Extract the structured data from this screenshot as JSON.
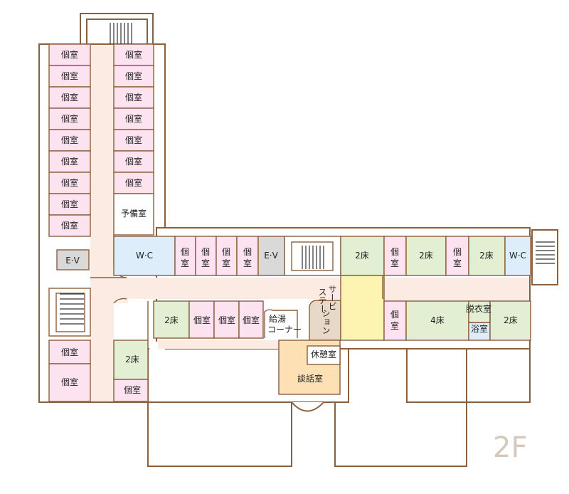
{
  "floor_label": "2F",
  "colors": {
    "wall": "#8b5e3c",
    "private_room": "#fce3ef",
    "ward_2bed": "#e2efd2",
    "corridor": "#fcebe2",
    "wc": "#ddeefa",
    "ev": "#d9d9d9",
    "service_station": "#e8d8c8",
    "open_area": "#fcf4b0",
    "lounge": "#fde0b4"
  },
  "rooms": {
    "left_wing": [
      "個室",
      "個室",
      "個室",
      "個室",
      "個室",
      "個室",
      "個室",
      "個室",
      "個室"
    ],
    "left_ev": "E·V",
    "left_lower": [
      "個室",
      "個室"
    ],
    "inner_column": [
      "個室",
      "個室",
      "個室",
      "個室",
      "個室",
      "個室",
      "個室"
    ],
    "spare_room": "予備室",
    "wc_left": "W·C",
    "top_row_private": [
      "個",
      "室"
    ],
    "ev_center": "E·V",
    "bed2": "2床",
    "service_station": "サービステーション",
    "service_station_cols": [
      "サービ",
      "ステー",
      "ション"
    ],
    "bed4": "4床",
    "changing_room": "脱衣室",
    "bath": "浴室",
    "wc_right": "W·C",
    "lower_private": [
      "個室",
      "個室",
      "個室"
    ],
    "kyuto_corner": [
      "給湯",
      "コーナー"
    ],
    "rest_room": "休憩室",
    "talk_room": "談話室",
    "bottom_private": "個室"
  }
}
